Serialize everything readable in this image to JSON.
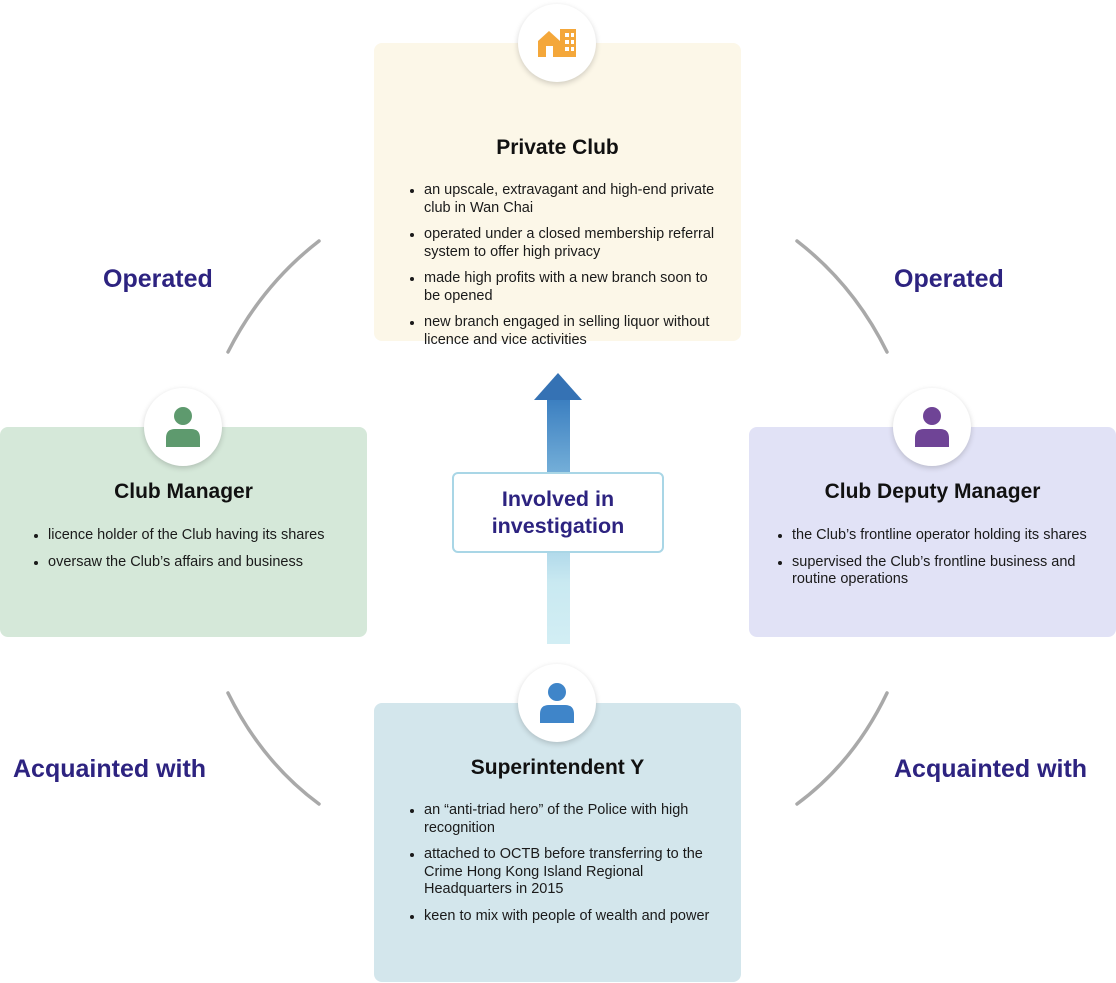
{
  "colors": {
    "relation_text": "#2d2380",
    "club_card_bg": "#fcf7e8",
    "manager_card_bg": "#d5e8d9",
    "deputy_card_bg": "#e1e2f6",
    "superintendent_card_bg": "#d3e6ec",
    "club_icon": "#f4a73a",
    "manager_icon": "#5e9a6e",
    "deputy_icon": "#6f4496",
    "superintendent_icon": "#3f85c9",
    "arrow_top": "#3572b4",
    "arrow_bottom": "#d2eef4",
    "connector_arc": "#a9a9a9"
  },
  "club": {
    "icon": "building-icon",
    "title": "Private Club",
    "points": [
      "an upscale, extravagant and high-end private club in Wan Chai",
      "operated under a closed membership referral system to offer high privacy",
      "made high profits with a new branch soon to be opened",
      "new branch engaged in selling liquor without licence and vice activities"
    ]
  },
  "manager": {
    "icon": "person-icon",
    "title": "Club Manager",
    "points": [
      "licence holder of the Club having its shares",
      "oversaw the Club’s affairs and business"
    ]
  },
  "deputy": {
    "icon": "person-icon",
    "title": "Club Deputy Manager",
    "points": [
      "the Club’s frontline operator holding its shares",
      "supervised the Club’s frontline business and routine operations"
    ]
  },
  "superintendent": {
    "icon": "person-icon",
    "title": "Superintendent Y",
    "points": [
      "an “anti-triad hero” of the Police with high recognition",
      "attached to OCTB before transferring to the Crime Hong Kong Island Regional Headquarters in 2015",
      "keen to mix with people of wealth and power"
    ]
  },
  "relations": {
    "top_left": "Operated",
    "top_right": "Operated",
    "bottom_left": "Acquainted with",
    "bottom_right": "Acquainted with"
  },
  "center_arrow": {
    "label": "Involved in investigation"
  }
}
